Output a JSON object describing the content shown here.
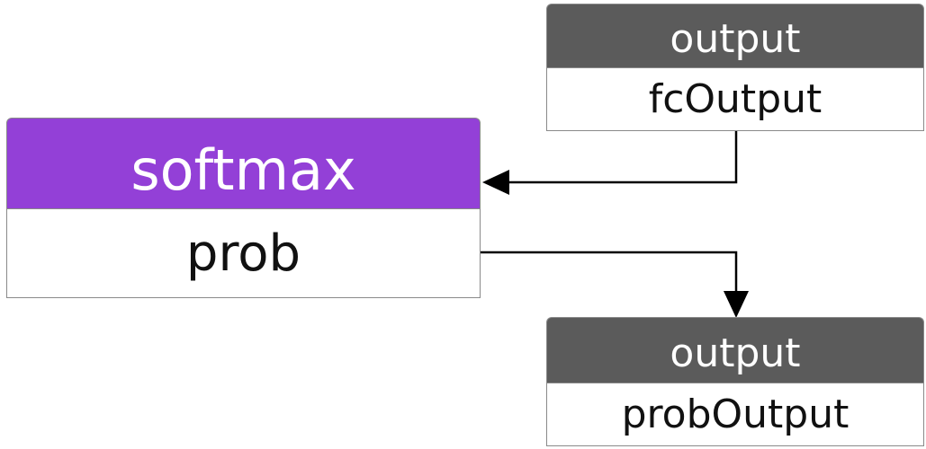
{
  "nodes": {
    "softmax": {
      "type": "softmax",
      "name": "prob",
      "color": "#9340d7"
    },
    "fc_output": {
      "type": "output",
      "name": "fcOutput",
      "color": "#5b5b5b"
    },
    "prob_output": {
      "type": "output",
      "name": "probOutput",
      "color": "#5b5b5b"
    }
  },
  "edges": [
    {
      "from": "fcOutput",
      "to": "prob"
    },
    {
      "from": "prob",
      "to": "probOutput"
    }
  ]
}
